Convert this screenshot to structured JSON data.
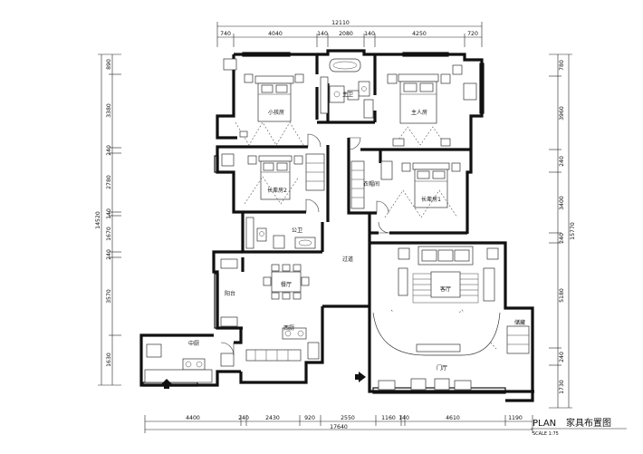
{
  "dims": {
    "top_total": "12110",
    "top": [
      "740",
      "4040",
      "140",
      "2080",
      "140",
      "4250",
      "720"
    ],
    "bottom_total": "17640",
    "bottom": [
      "4400",
      "240",
      "2430",
      "920",
      "2550",
      "1160",
      "140",
      "4610",
      "1190"
    ],
    "left_total": "14520",
    "left": [
      "890",
      "3380",
      "240",
      "2780",
      "140",
      "1670",
      "240",
      "3570",
      "1630"
    ],
    "right_total": "15770",
    "right": [
      "780",
      "3960",
      "240",
      "3400",
      "240",
      "5180",
      "240",
      "1730"
    ]
  },
  "rooms": {
    "small_bedroom": "小孩房",
    "master_bath": "主卫",
    "master_bedroom": "主人房",
    "elder_room2": "长辈房2",
    "walk_in_closet": "衣帽间",
    "elder_room1": "长辈房1",
    "public_bath": "公卫",
    "corridor": "过道",
    "dining": "餐厅",
    "balcony": "阳台",
    "living": "客厅",
    "western_kitchen": "西厨",
    "storage": "储藏",
    "chinese_kitchen": "中厨",
    "foyer": "门厅"
  },
  "title": {
    "plan": "PLAN",
    "cn": "家具布置图",
    "scale": "SCALE 1:75"
  }
}
